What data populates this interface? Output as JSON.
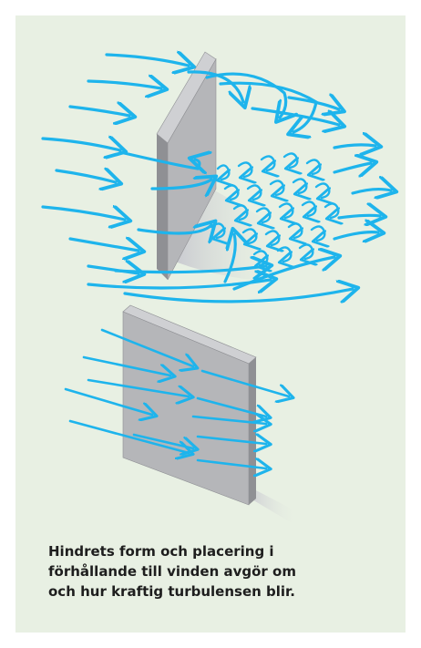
{
  "colors": {
    "background": "#e8f0e3",
    "arrow": "#1eb4ec",
    "plate_face": "#b5b6b9",
    "plate_edge": "#8f9094",
    "plate_highlight": "#cfd0d3",
    "shadow": "#d3d4d8",
    "caption_text": "#1e1e1e"
  },
  "icons": {
    "top_plate": "edge-on-plate-icon",
    "bottom_plate": "face-on-plate-icon",
    "wind_arrow": "wind-arrow-icon",
    "eddy": "turbulence-eddy-icon"
  },
  "caption": {
    "line1": "Hindrets form och placering i",
    "line2": "förhållande till vinden avgör om",
    "line3": "och hur kraftig turbulensen blir."
  }
}
